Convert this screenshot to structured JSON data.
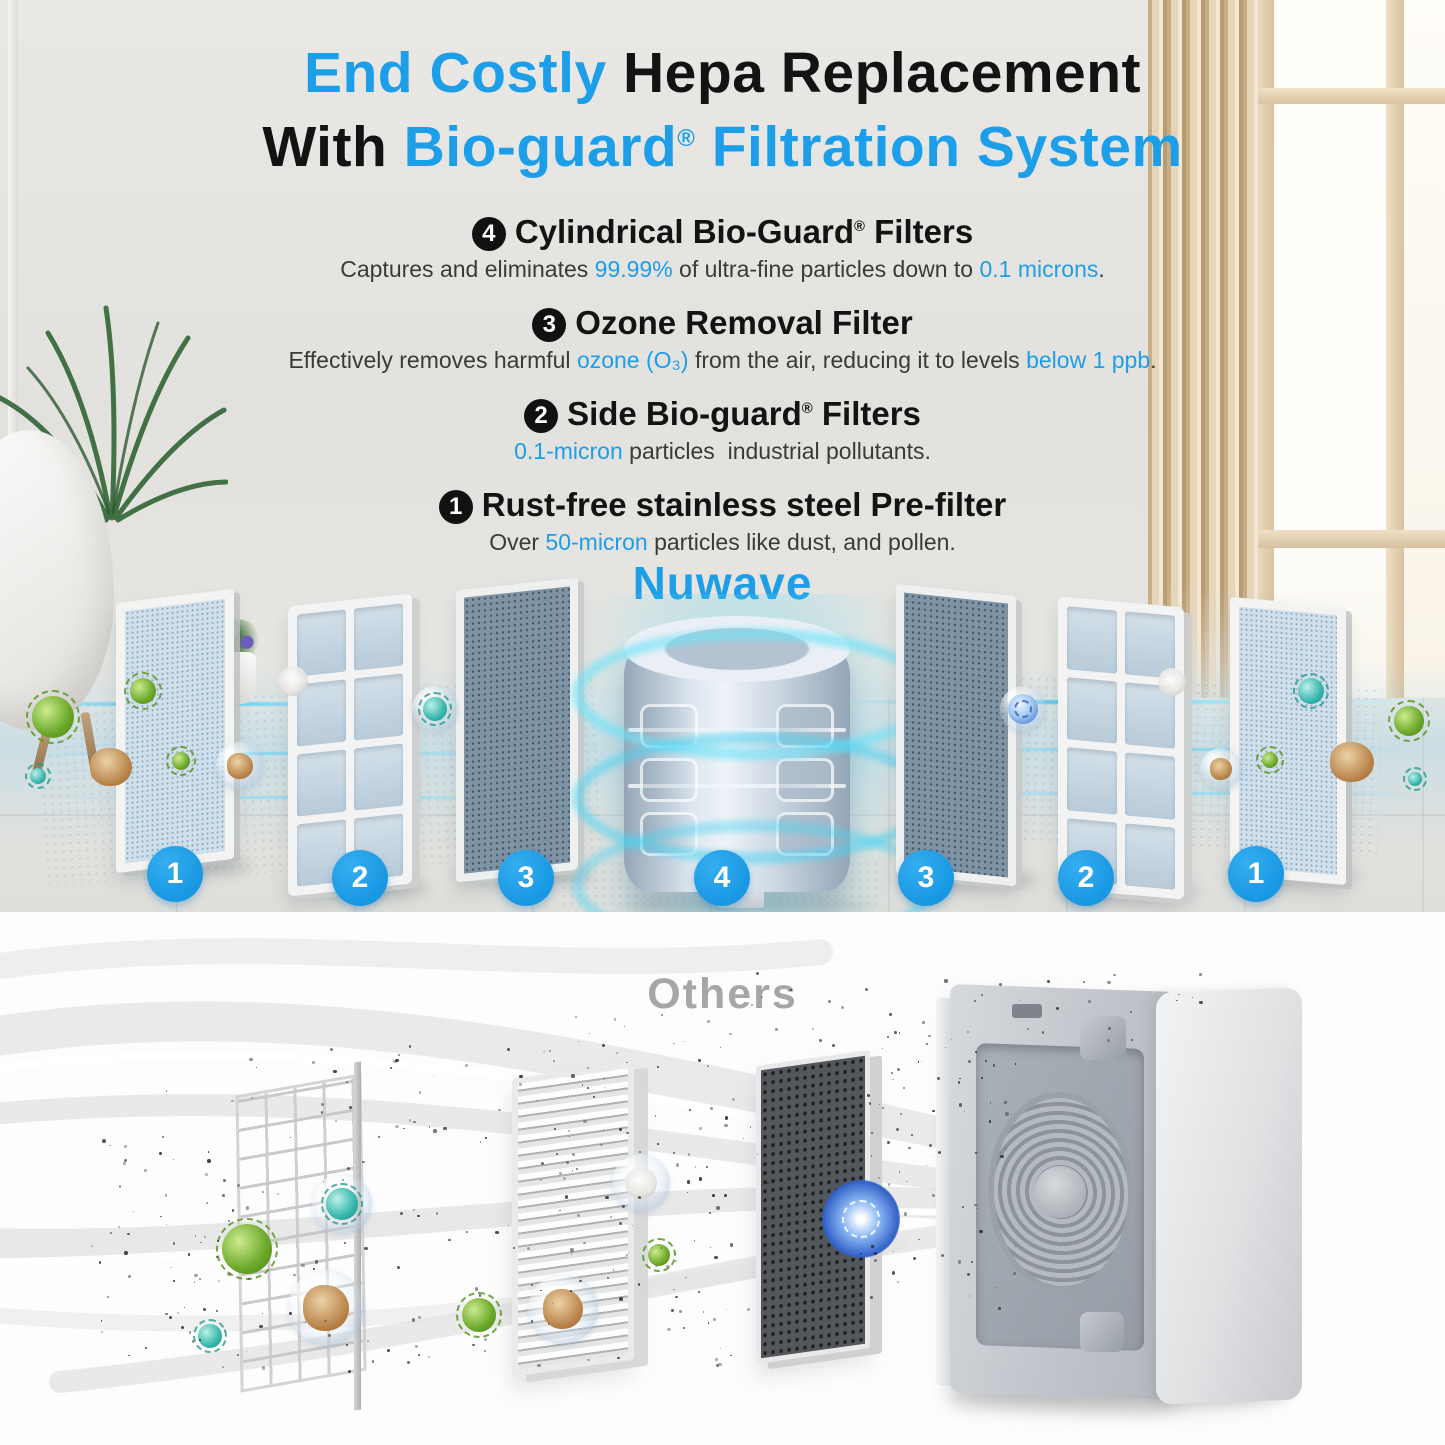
{
  "page_title": "Nuwave Bio-guard Filtration System infographic",
  "headline": {
    "line1_blue": "End Costly",
    "line1_dark": " Hepa Replacement",
    "line2_dark": "With ",
    "line2_blue_pre": "Bio-guard",
    "line2_reg": "®",
    "line2_blue_post": " Filtration System"
  },
  "features": [
    {
      "number": "4",
      "title_pre": "Cylindrical Bio-Guard",
      "title_reg": "®",
      "title_post": " Filters",
      "subtitle": [
        {
          "text": "Captures and eliminates ",
          "highlight": false
        },
        {
          "text": "99.99%",
          "highlight": true
        },
        {
          "text": " of ultra-fine particles down to ",
          "highlight": false
        },
        {
          "text": "0.1 microns",
          "highlight": true
        },
        {
          "text": ".",
          "highlight": false
        }
      ]
    },
    {
      "number": "3",
      "title_pre": "Ozone Removal Filter",
      "title_reg": "",
      "title_post": "",
      "subtitle": [
        {
          "text": "Effectively removes harmful ",
          "highlight": false
        },
        {
          "text": "ozone (O₃)",
          "highlight": true
        },
        {
          "text": " from the air, reducing it to levels ",
          "highlight": false
        },
        {
          "text": "below 1 ppb",
          "highlight": true
        },
        {
          "text": ".",
          "highlight": false
        }
      ]
    },
    {
      "number": "2",
      "title_pre": "Side Bio-guard",
      "title_reg": "®",
      "title_post": " Filters",
      "subtitle": [
        {
          "text": "",
          "highlight": false
        },
        {
          "text": "0.1-micron",
          "highlight": true
        },
        {
          "text": " particles  industrial pollutants.",
          "highlight": false
        },
        {
          "text": "",
          "highlight": true
        },
        {
          "text": "",
          "highlight": false
        }
      ]
    },
    {
      "number": "1",
      "title_pre": "Rust-free stainless steel Pre-filter",
      "title_reg": "",
      "title_post": "",
      "subtitle": [
        {
          "text": "Over ",
          "highlight": false
        },
        {
          "text": "50-micron",
          "highlight": true
        },
        {
          "text": " particles like dust, and pollen.",
          "highlight": false
        },
        {
          "text": "",
          "highlight": true
        },
        {
          "text": "",
          "highlight": false
        }
      ]
    }
  ],
  "brand_label": "Nuwave",
  "others_label": "Others",
  "filter_badges": [
    "1",
    "2",
    "3",
    "4",
    "3",
    "2",
    "1"
  ],
  "colors": {
    "accent_blue": "#1d9ee9",
    "badge_blue": "#1e9de9",
    "headline_dark": "#131313",
    "subtitle_gray": "#3a3a3a",
    "others_gray": "#a6a6a6",
    "glow_cyan": "#48d4f3"
  }
}
